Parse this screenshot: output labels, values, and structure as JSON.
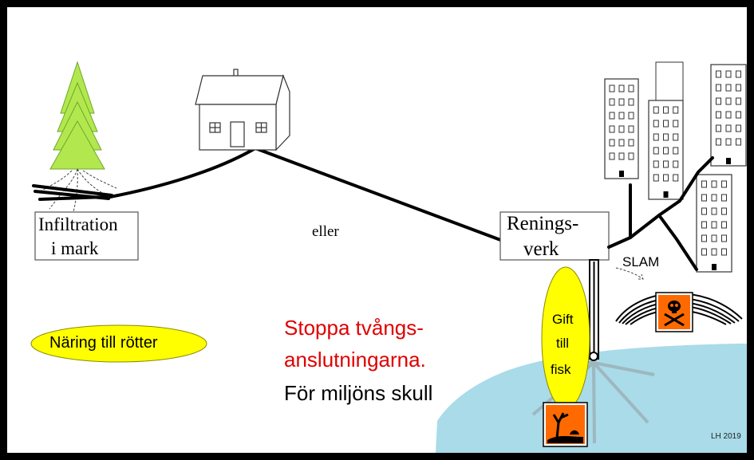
{
  "labels": {
    "infiltration_line1": "Infiltration",
    "infiltration_line2": "i mark",
    "eller": "eller",
    "reningsverk_line1": "Renings-",
    "reningsverk_line2": "verk",
    "slam": "SLAM",
    "naring": "Näring till rötter",
    "gift_line1": "Gift",
    "gift_line2": "till",
    "gift_line3": "fisk",
    "signature": "LH 2019"
  },
  "message": {
    "line1": "Stoppa tvångs-",
    "line2": "anslutningarna.",
    "line3": "För miljöns skull"
  },
  "icons": {
    "house": "house-icon",
    "tree": "fir-tree-icon",
    "city": "apartment-building-icon",
    "sludge": "sludge-heap-icon",
    "toxic": "toxic-skull-hazard-icon",
    "environment": "environmental-hazard-icon",
    "pipe": "outflow-pipe-icon"
  },
  "colors": {
    "frame": "#000000",
    "paper": "#ffffff",
    "tree": "#b2e84e",
    "ellipse": "#ffff00",
    "water": "#a9dbe9",
    "hazard": "#ff6a00",
    "message": "#e00000"
  }
}
